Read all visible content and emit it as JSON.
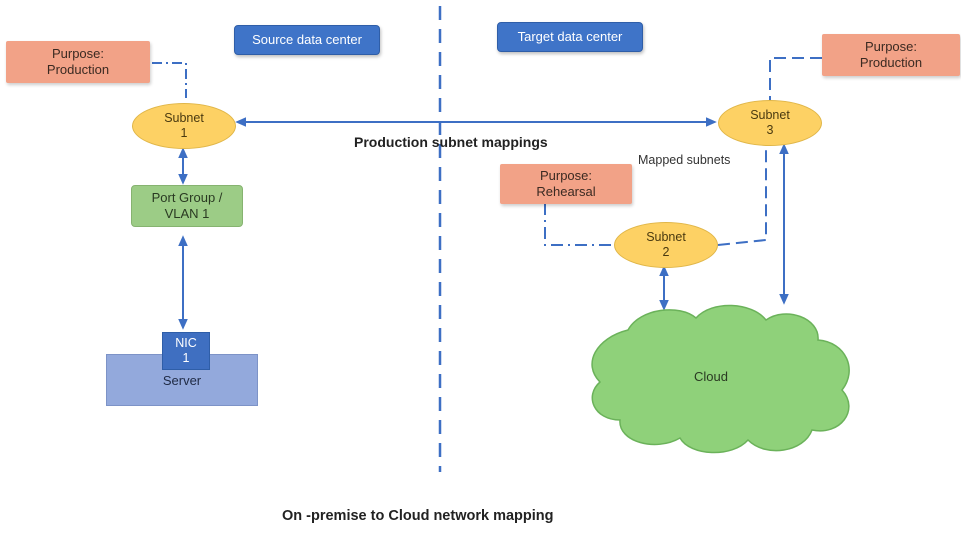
{
  "headers": {
    "source": "Source data center",
    "target": "Target data center"
  },
  "purposes": {
    "source_production": [
      "Purpose:",
      "Production"
    ],
    "target_production": [
      "Purpose:",
      "Production"
    ],
    "rehearsal": [
      "Purpose:",
      "Rehearsal"
    ]
  },
  "subnets": {
    "s1": [
      "Subnet",
      "1"
    ],
    "s2": [
      "Subnet",
      "2"
    ],
    "s3": [
      "Subnet",
      "3"
    ]
  },
  "port_group": [
    "Port Group /",
    "VLAN 1"
  ],
  "nic": [
    "NIC",
    "1"
  ],
  "server": "Server",
  "cloud": "Cloud",
  "labels": {
    "production_mappings": "Production subnet mappings",
    "mapped_subnets": "Mapped subnets",
    "footer": "On -premise to Cloud network mapping"
  },
  "colors": {
    "blue_label": "#3f74c8",
    "purpose": "#f2a287",
    "subnet": "#fdd164",
    "port_group": "#9ccc86",
    "server": "#93a9dc",
    "nic": "#3f6fc1",
    "cloud": "#8fd17a",
    "connector": "#3d6fc4"
  }
}
